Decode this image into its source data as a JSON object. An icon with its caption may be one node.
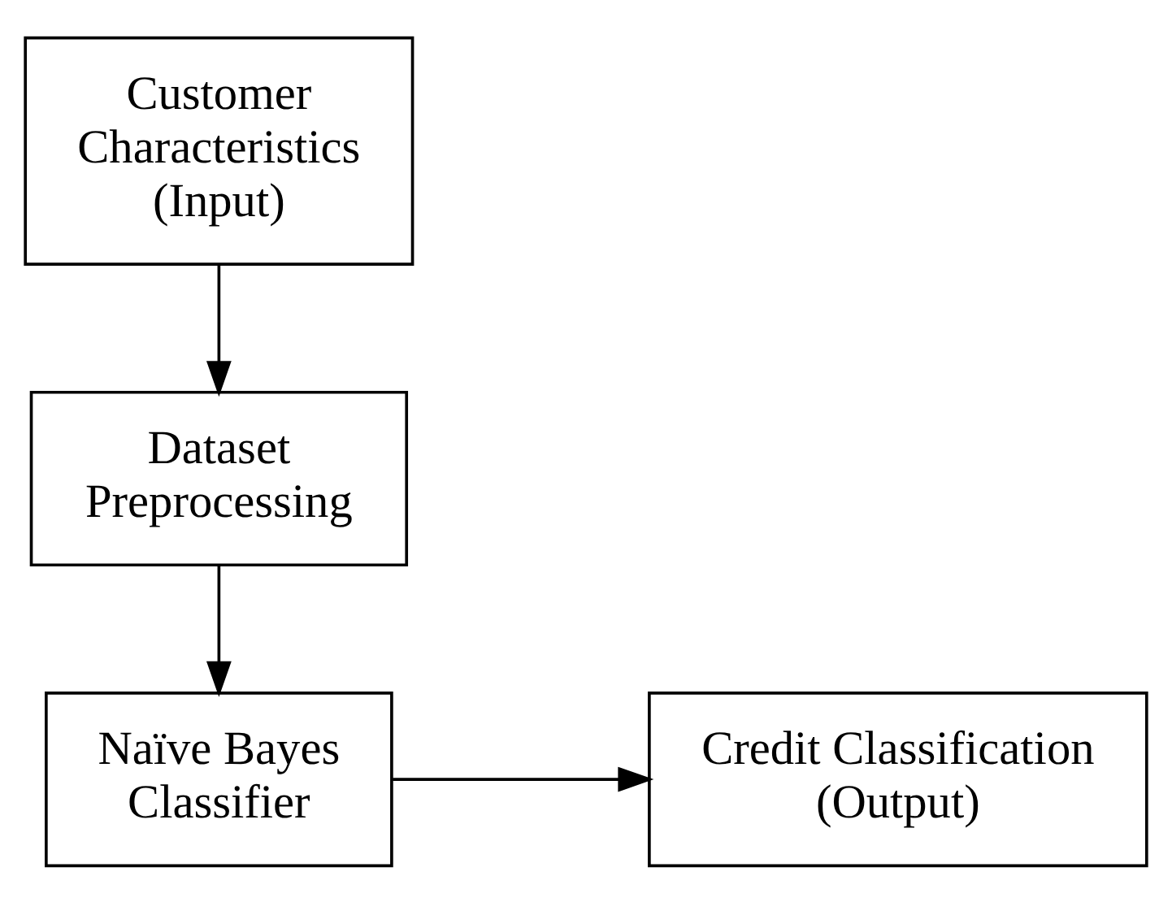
{
  "diagram": {
    "nodes": [
      {
        "text": [
          "Customer Characteristics (Input)"
        ]
      },
      {
        "text": [
          "Dataset Preprocessing"
        ]
      },
      {
        "text": [
          "Naïve Bayes Classifier"
        ]
      },
      {
        "text": [
          "Credit Classification (Output)"
        ]
      }
    ],
    "edges": [
      {
        "from": 0,
        "to": 1,
        "arrow": "to"
      },
      {
        "from": 1,
        "to": 2,
        "arrow": "to"
      },
      {
        "from": 2,
        "to": 3,
        "arrow": "to"
      }
    ]
  }
}
